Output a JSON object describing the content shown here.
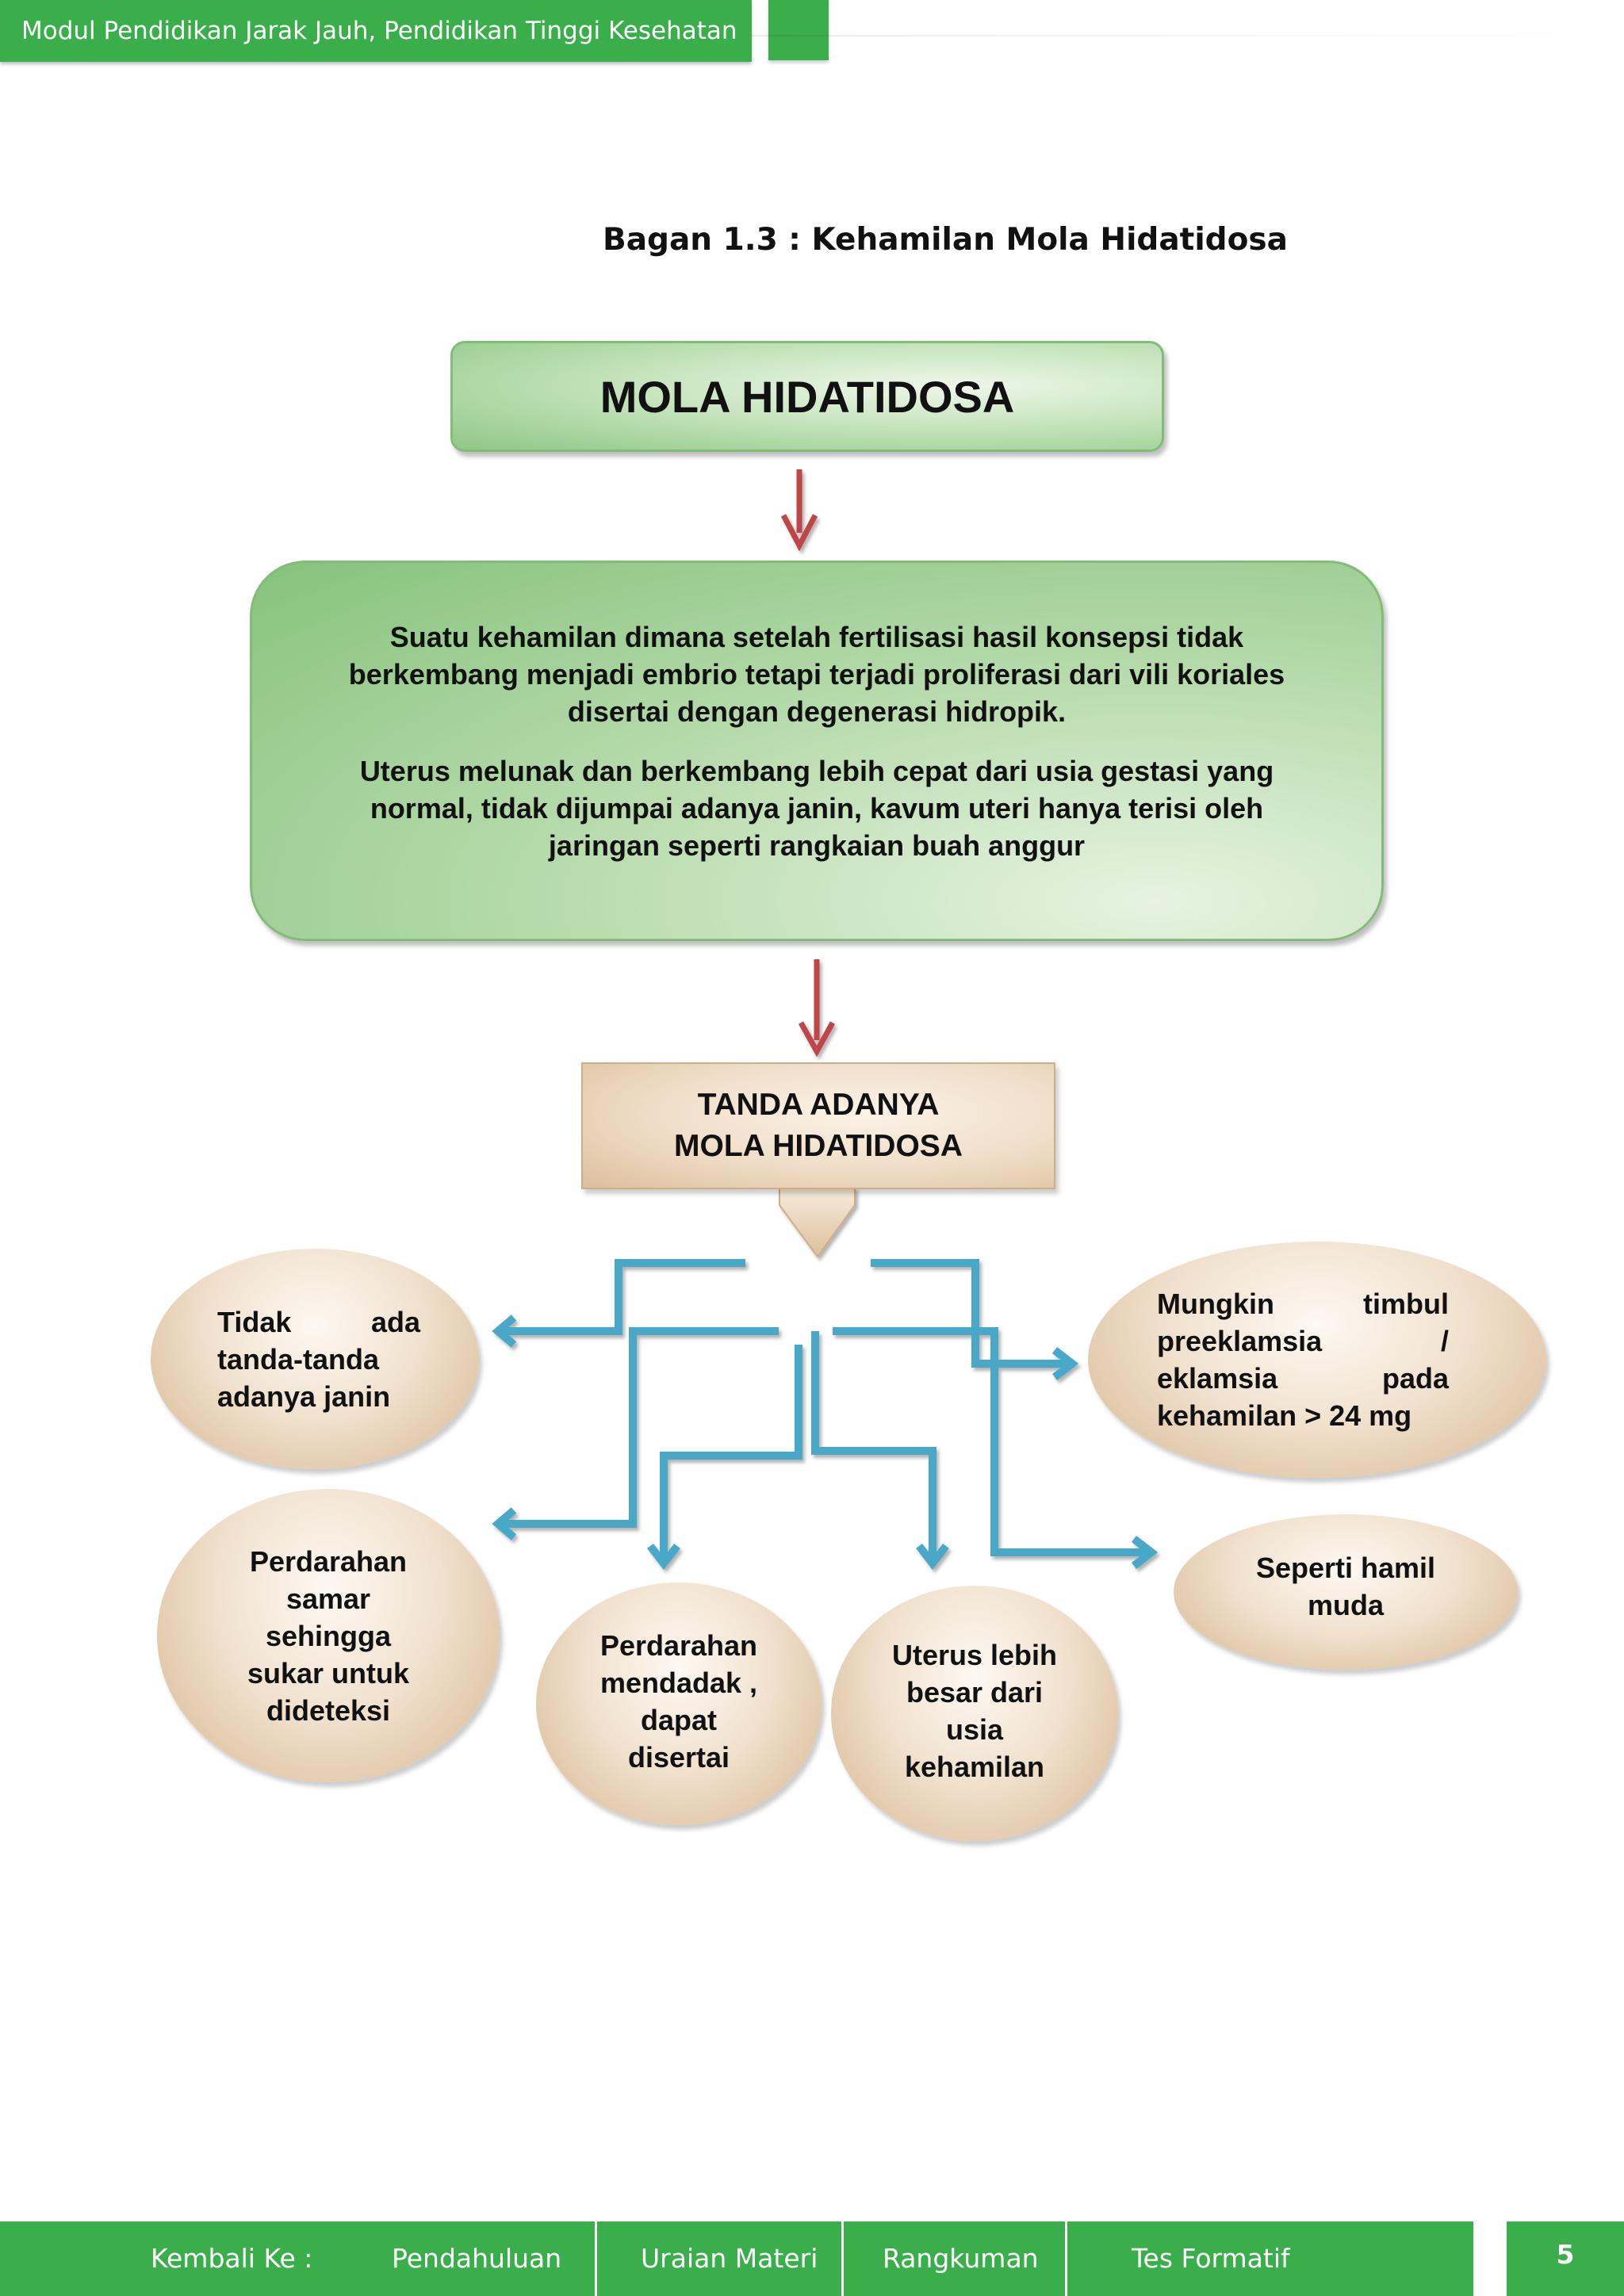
{
  "header": {
    "title": "Modul Pendidikan Jarak Jauh, Pendidikan Tinggi Kesehatan"
  },
  "caption": "Bagan 1.3 : Kehamilan Mola Hidatidosa",
  "diagram": {
    "title_box": "MOLA HIDATIDOSA",
    "definition": {
      "paragraph_1": "Suatu kehamilan dimana setelah fertilisasi hasil konsepsi tidak berkembang menjadi embrio tetapi terjadi proliferasi dari vili koriales disertai dengan degenerasi hidropik.",
      "paragraph_2": "Uterus melunak dan berkembang lebih cepat dari usia gestasi yang normal, tidak dijumpai adanya janin, kavum uteri hanya terisi oleh jaringan seperti rangkaian buah anggur"
    },
    "signs_box": {
      "line_1": "TANDA ADANYA",
      "line_2": "MOLA HIDATIDOSA"
    },
    "signs": {
      "no_fetus": "Tidak ada tanda-tanda adanya janin",
      "preeclampsia": "Mungkin timbul preeklamsia / eklamsia pada kehamilan > 24 mg",
      "vague_bleeding": "Perdarahan samar sehingga sukar untuk dideteksi",
      "sudden_bleeding": "Perdarahan mendadak , dapat disertai",
      "larger_uterus": "Uterus lebih besar dari usia kehamilan",
      "early_pregnancy": "Seperti hamil muda"
    },
    "colors": {
      "red_arrow": "#c0454a",
      "blue_connector": "#4aa8c8",
      "green_box": "#8fc785",
      "tan_box": "#dcbf9c"
    }
  },
  "footer": {
    "back_label": "Kembali Ke :",
    "links": [
      "Pendahuluan",
      "Uraian Materi",
      "Rangkuman",
      "Tes Formatif"
    ],
    "page_number": "5"
  }
}
